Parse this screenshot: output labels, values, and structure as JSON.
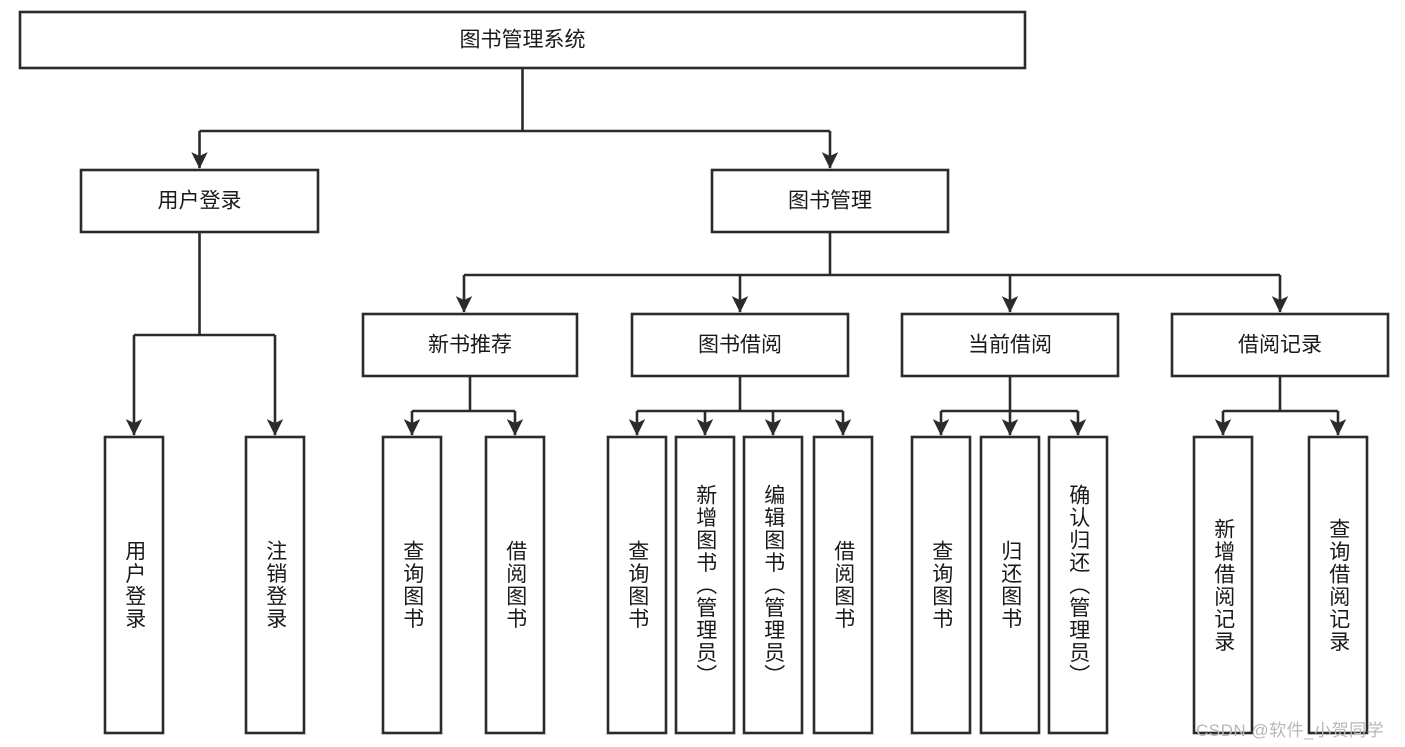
{
  "diagram": {
    "title_node": {
      "label": "图书管理系统"
    },
    "level2": [
      {
        "id": "user-login",
        "label": "用户登录"
      },
      {
        "id": "book-manage",
        "label": "图书管理"
      }
    ],
    "level3": [
      {
        "id": "new-book-recommend",
        "label": "新书推荐"
      },
      {
        "id": "book-borrow",
        "label": "图书借阅"
      },
      {
        "id": "current-borrow",
        "label": "当前借阅"
      },
      {
        "id": "borrow-record",
        "label": "借阅记录"
      }
    ],
    "leaves": [
      {
        "id": "leaf-user-login",
        "label": "用户登录",
        "parent": "user-login"
      },
      {
        "id": "leaf-logout-login",
        "label": "注销登录",
        "parent": "user-login"
      },
      {
        "id": "leaf-query-book-1",
        "label": "查询图书",
        "parent": "new-book-recommend"
      },
      {
        "id": "leaf-borrow-book-1",
        "label": "借阅图书",
        "parent": "new-book-recommend"
      },
      {
        "id": "leaf-query-book-2",
        "label": "查询图书",
        "parent": "book-borrow"
      },
      {
        "id": "leaf-add-book",
        "label": "新增图书（管理员）",
        "parent": "book-borrow"
      },
      {
        "id": "leaf-edit-book",
        "label": "编辑图书（管理员）",
        "parent": "book-borrow"
      },
      {
        "id": "leaf-borrow-book-2",
        "label": "借阅图书",
        "parent": "book-borrow"
      },
      {
        "id": "leaf-query-book-3",
        "label": "查询图书",
        "parent": "current-borrow"
      },
      {
        "id": "leaf-return-book",
        "label": "归还图书",
        "parent": "current-borrow"
      },
      {
        "id": "leaf-confirm-return",
        "label": "确认归还（管理员）",
        "parent": "current-borrow"
      },
      {
        "id": "leaf-add-record",
        "label": "新增借阅记录",
        "parent": "borrow-record"
      },
      {
        "id": "leaf-query-record",
        "label": "查询借阅记录",
        "parent": "borrow-record"
      }
    ],
    "watermark": "CSDN @软件_小贺同学",
    "colors": {
      "stroke": "#2b2b2b",
      "fill": "#ffffff",
      "text": "#1a1a1a",
      "watermark": "#b8b8b8",
      "background": "#ffffff"
    }
  }
}
